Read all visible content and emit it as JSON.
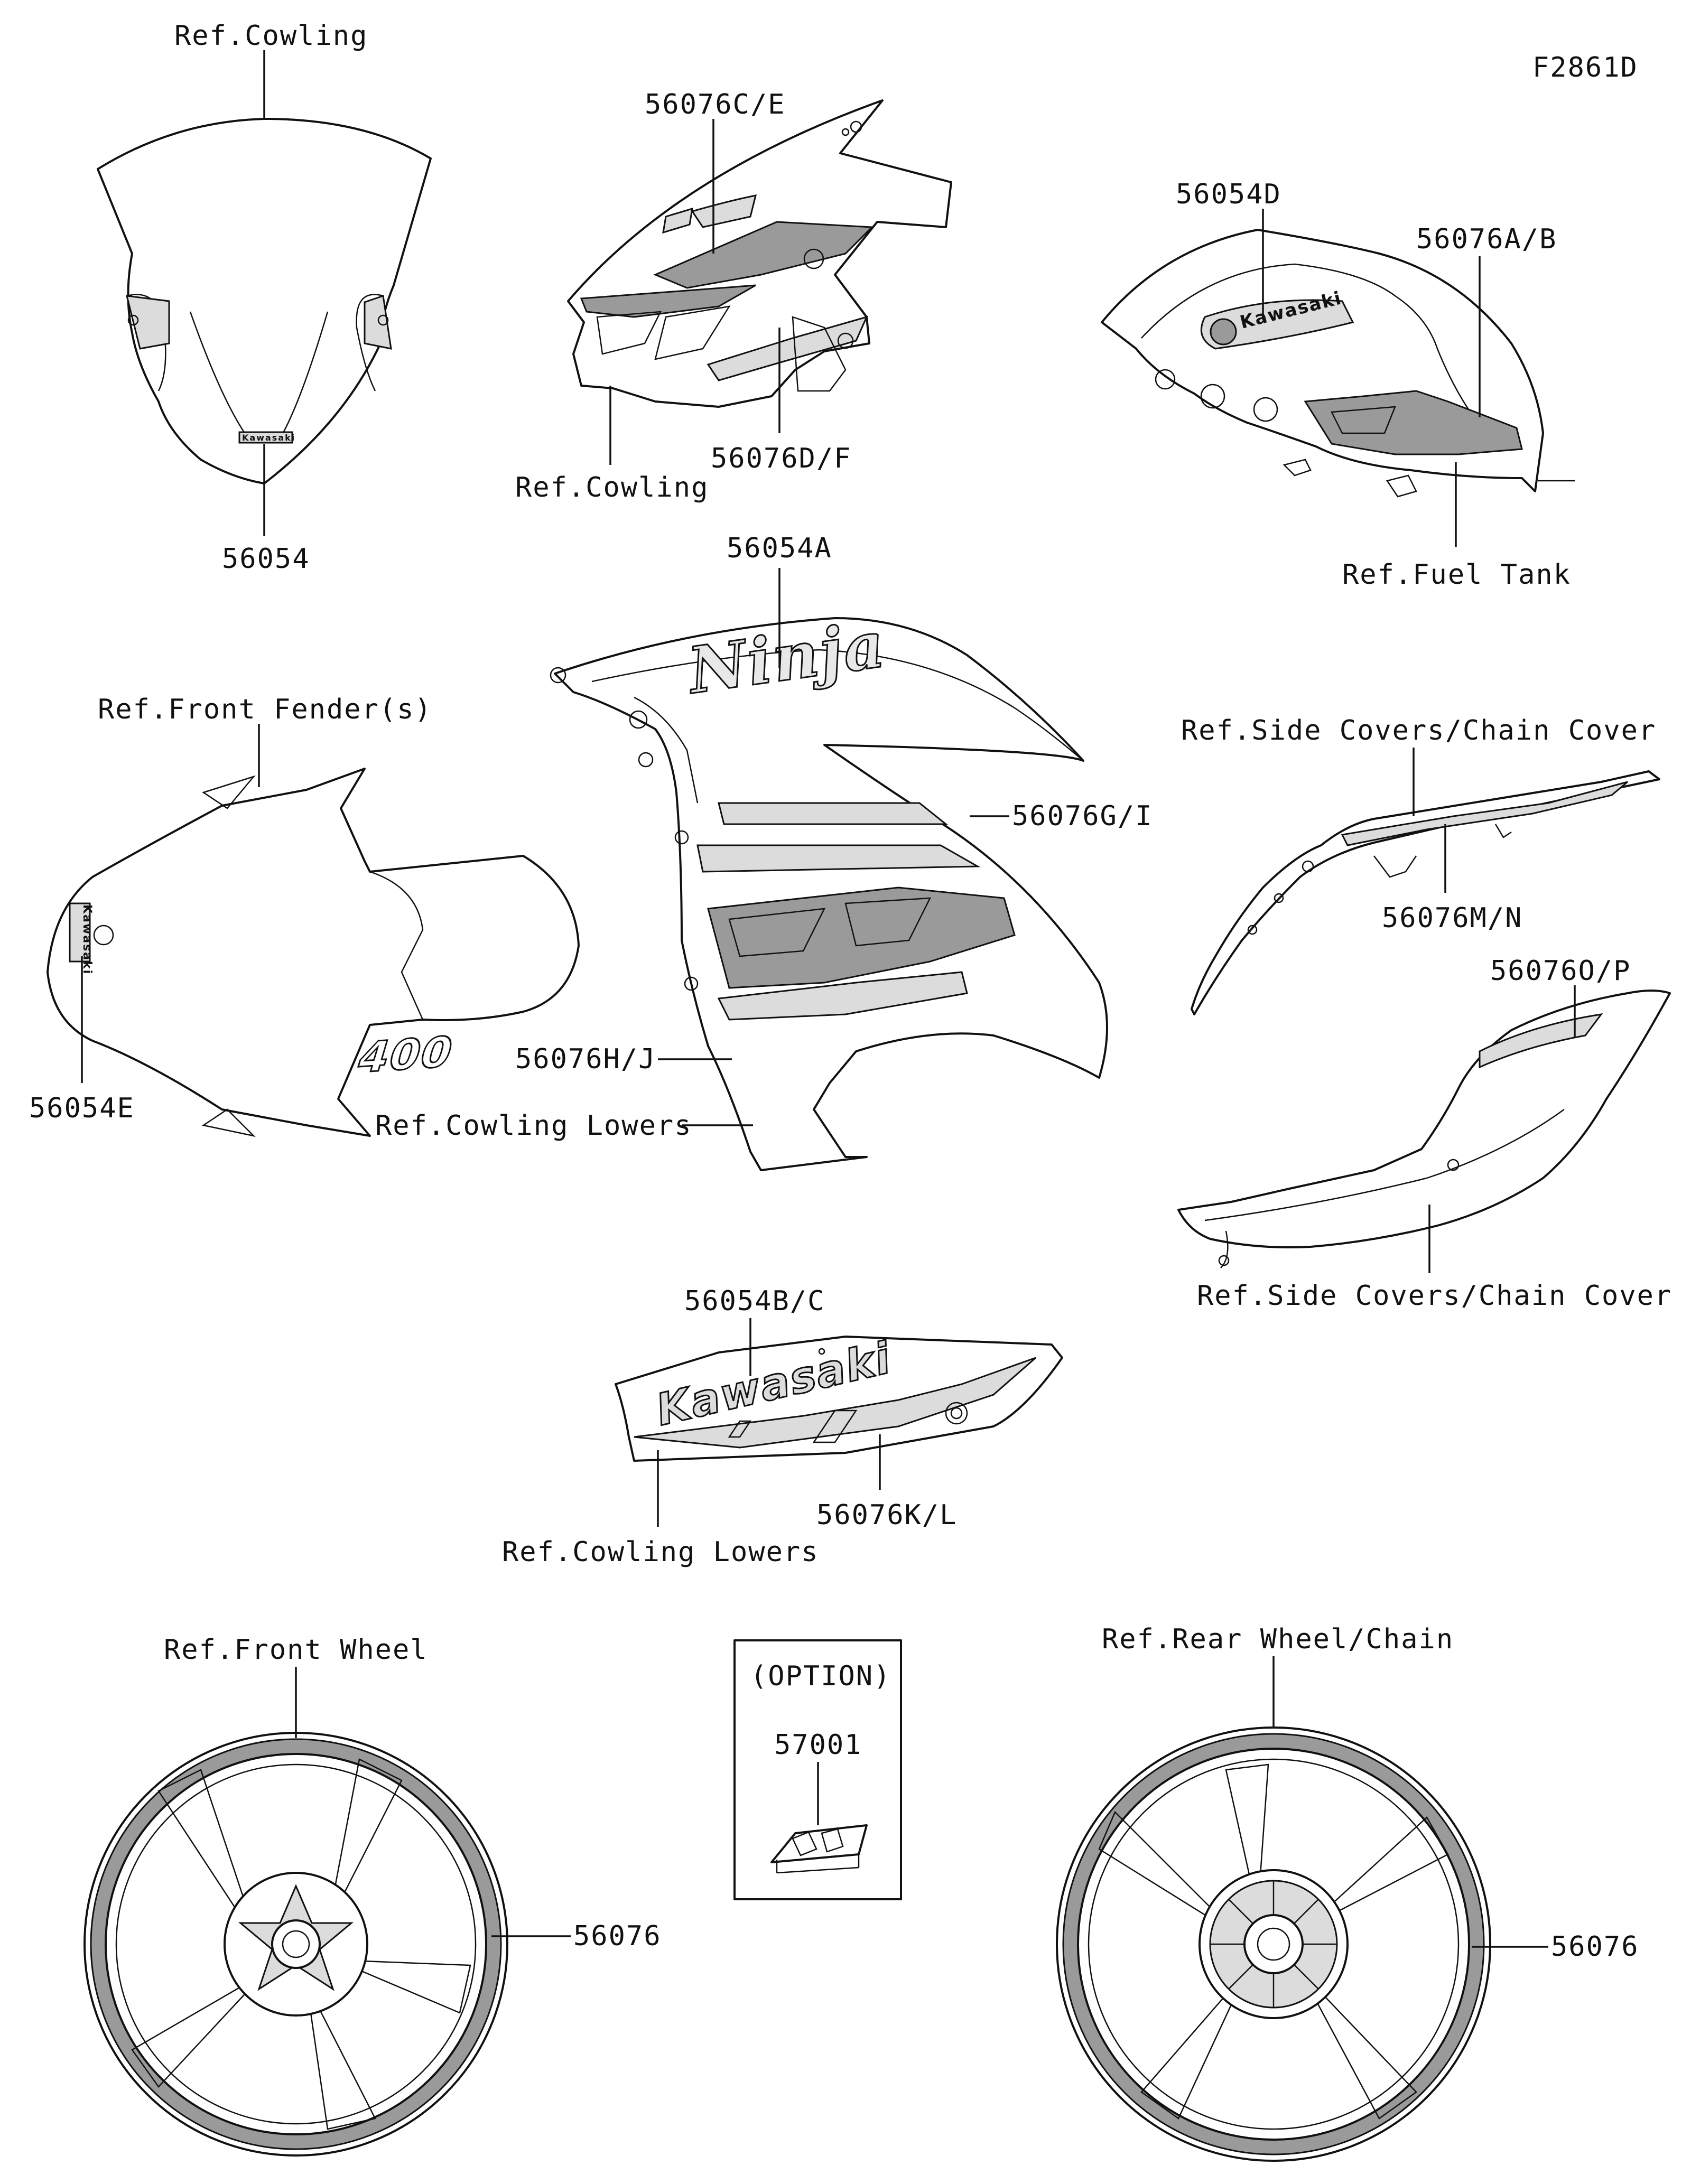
{
  "diagram_code": "F2861D",
  "callouts": {
    "cowling_top": "Ref.Cowling",
    "decal_56054": "56054",
    "decal_56076CE": "56076C/E",
    "decal_56076DF": "56076D/F",
    "cowling_mid": "Ref.Cowling",
    "decal_56054D": "56054D",
    "decal_56076AB": "56076A/B",
    "fuel_tank": "Ref.Fuel Tank",
    "decal_56054A": "56054A",
    "front_fender": "Ref.Front Fender(s)",
    "decal_56054E": "56054E",
    "decal_56076GI": "56076G/I",
    "decal_56076HJ": "56076H/J",
    "cowling_lowers_mid": "Ref.Cowling Lowers",
    "side_covers_top": "Ref.Side Covers/Chain Cover",
    "decal_56076MN": "56076M/N",
    "decal_56076OP": "56076O/P",
    "side_covers_bottom": "Ref.Side Covers/Chain Cover",
    "decal_56054BC": "56054B/C",
    "decal_56076KL": "56076K/L",
    "cowling_lowers_bottom": "Ref.Cowling Lowers",
    "front_wheel": "Ref.Front Wheel",
    "decal_56076_front": "56076",
    "option": "(OPTION)",
    "part_57001": "57001",
    "rear_wheel": "Ref.Rear Wheel/Chain",
    "decal_56076_rear": "56076"
  },
  "logos": {
    "windshield_brand": "Kawasaki",
    "tank_brand": "Kawasaki",
    "side_model": "Ninja",
    "side_displacement": "400",
    "lower_brand": "Kawasaki",
    "fender_brand": "Kawasaki"
  }
}
